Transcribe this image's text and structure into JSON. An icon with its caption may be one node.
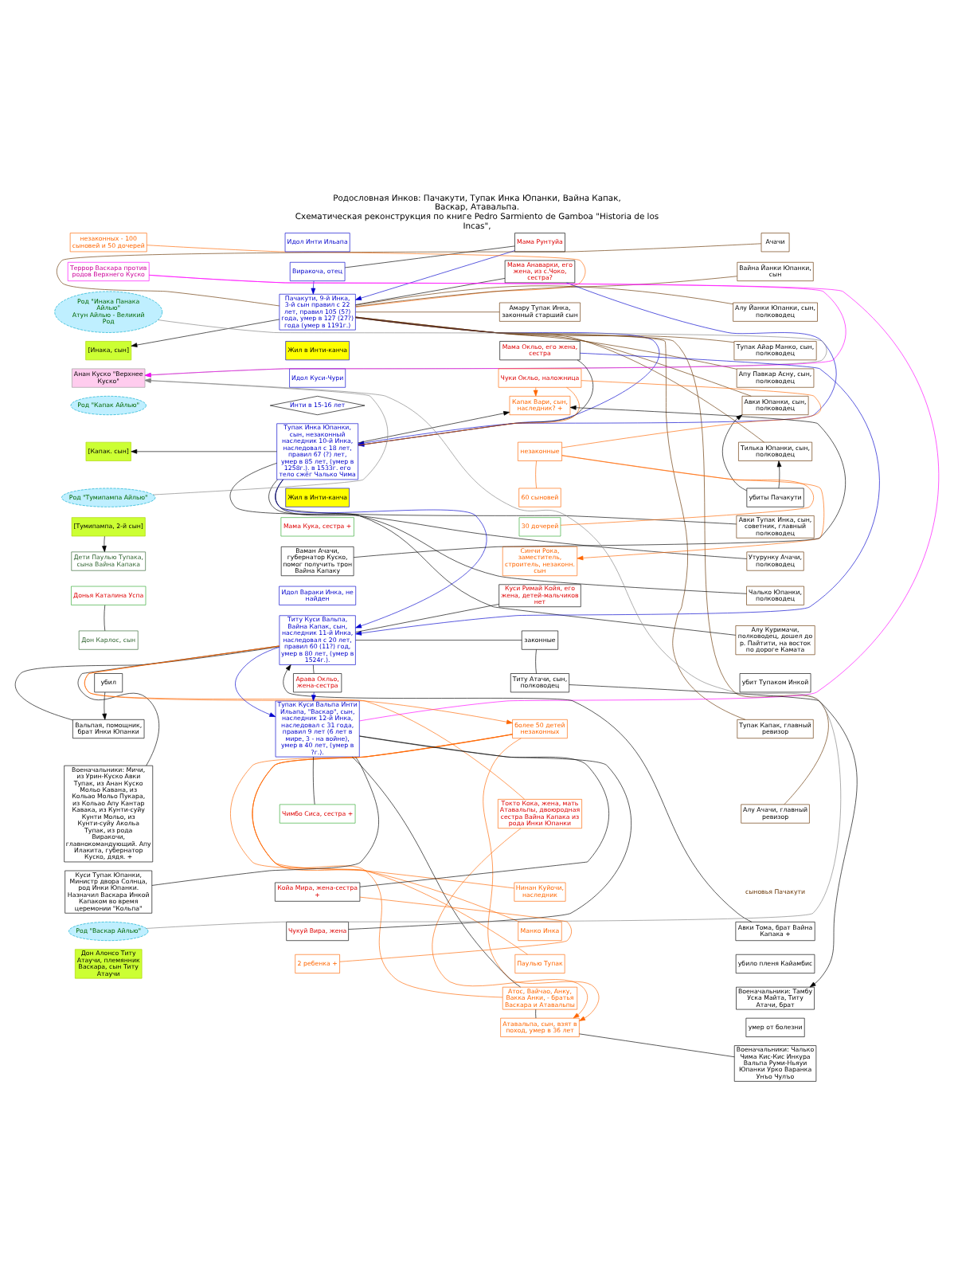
{
  "diagram": {
    "title": "Родословная Инков: Пачакути, Тупак Инка Юпанки, Вайна Капак, Васкар, Атавальпа.",
    "caption": "Схематическая реконструкция по книге Pedro Sarmiento de Gamboa \"Historia de los Incas\",",
    "nodes": [
      {
        "text": [
          "Виракоча, отец"
        ]
      },
      {
        "text": [
          "Мама Рунтуйа"
        ]
      },
      {
        "text": [
          "Пачакути, 9-й Инка, 3-й сын правил с 22 лет, правил 105 (5?) года, умер в 127 (27?) года (умер в 1191г.)"
        ]
      },
      {
        "text": [
          "Мама Анаварки, его жена, из с.Чоко, сестра?"
        ]
      },
      {
        "text": [
          "незаконных - 100 сыновей и 50 дочерей"
        ]
      },
      {
        "text": [
          "Идол Инти Ильапа"
        ]
      },
      {
        "text": [
          "Жил в Инти-канча"
        ]
      },
      {
        "text": [
          "Род \"Инака Панака Айлью\"",
          "Атун Айлью - Великий Род"
        ]
      },
      {
        "text": [
          "[Инака, сын]"
        ]
      },
      {
        "text": [
          "Террор Васкара против родов Верхнего Куско"
        ]
      },
      {
        "text": [
          "Анан Куско \"Верхнее Куско\""
        ]
      },
      {
        "text": [
          "Амару Тупак Инка, законный старший сын"
        ]
      },
      {
        "text": [
          "Ачачи"
        ]
      },
      {
        "text": [
          "Вайна Йанки Юпанки, сын"
        ]
      },
      {
        "text": [
          "Алу Йанки Юпанки, сын, полководец"
        ]
      },
      {
        "text": [
          "Тупак Айар Манко, сын, полководец"
        ]
      },
      {
        "text": [
          "Апу Павкар Асну, сын, полководец"
        ]
      },
      {
        "text": [
          "Авки Юпанки, сын, полководец"
        ]
      },
      {
        "text": [
          "Тилька Юпанки, сын, полководец"
        ]
      },
      {
        "text": [
          "убиты Пачакути"
        ]
      },
      {
        "text": [
          "Идол Куси-Чури"
        ]
      },
      {
        "text": [
          "Инти в 15-16 лет"
        ]
      },
      {
        "text": [
          "Тупак Инка Юпанки, сын, незаконный наследник 10-й Инка, наследовал с 18 лет, правил 67 (?) лет, умер в 85 лет, (умер в 1258г.). в 1533г. его тело сжёг Чалько Чима"
        ]
      },
      {
        "text": [
          "Мама Окльо, его жена, сестра"
        ]
      },
      {
        "text": [
          "Род \"Капак Айлью\""
        ]
      },
      {
        "text": [
          "[Капак. сын]"
        ]
      },
      {
        "text": [
          "Жил в Инти-канча"
        ]
      },
      {
        "text": [
          "Род \"Тумипампа Айлью\""
        ]
      },
      {
        "text": [
          "[Тумипампа, 2-й сын]"
        ]
      },
      {
        "text": [
          "Мама Кука, сестра +"
        ]
      },
      {
        "text": [
          "Авки Тупак Инка, сын, советник, главный полководец"
        ]
      },
      {
        "text": [
          "Утурунку Ачачи, полководец"
        ]
      },
      {
        "text": [
          "Чалько Юпанки, полководец"
        ]
      },
      {
        "text": [
          "Алу Куримачи, полководец, дошел до р. Пайтити, на восток по дороге Камата"
        ]
      },
      {
        "text": [
          "Чуки Окльо, наложница"
        ]
      },
      {
        "text": [
          "Капак Вари, сын, наследник? +"
        ]
      },
      {
        "text": [
          "незаконные"
        ]
      },
      {
        "text": [
          "60 сыновей"
        ]
      },
      {
        "text": [
          "30 дочерей"
        ]
      },
      {
        "text": [
          "убит Тупаком Инкой"
        ]
      },
      {
        "text": [
          "Тупак Капак, главный ревизор"
        ]
      },
      {
        "text": [
          "Алу Ачачи, главный ревизор"
        ]
      },
      {
        "text": [
          "Дети Паулью Тупака, сына Вайна Капака"
        ]
      },
      {
        "text": [
          "Донья Каталина Успа"
        ]
      },
      {
        "text": [
          "Дон Карлос, сын"
        ]
      },
      {
        "text": [
          "Ваман Ачачи, губернатор Куско, помог получить трон Вайна Капаку"
        ]
      },
      {
        "text": [
          "убил"
        ]
      },
      {
        "text": [
          "Вальпая, помощник, брат Инки Юпанки"
        ]
      },
      {
        "text": [
          "Идол Вараки Инка, не найден"
        ]
      },
      {
        "text": [
          "Титу Куси Вальпа, Вайна Капак, сын, наследник 11-й Инка, наследовал с 20 лет, правил 60 (11?) год, умер в 80 лет, (умер в 1524г.)."
        ]
      },
      {
        "text": [
          "Синчи Рока, заместитель, строитель, незаконн. сын"
        ]
      },
      {
        "text": [
          "Авки Тома, брат Вайна Капака +"
        ]
      },
      {
        "text": [
          "убило пленя Кайамбис"
        ]
      },
      {
        "text": [
          "Куси Римай Койя, его жена, детей-мальчиков нет"
        ]
      },
      {
        "text": [
          "Военачальники: Тамбу Уска Майта, Титу Атачи, брат"
        ]
      },
      {
        "text": [
          "законные"
        ]
      },
      {
        "text": [
          "Титу Атачи, сын, полководец"
        ]
      },
      {
        "text": [
          "Военачальники: Мичи, из Урин-Куско Авки Тупак, из Анан Куско Мольо Кавана, из Кольао Мольо Пукара, из Кольао Апу Кантар Кавака, из Кунти-суйу Кунти Мольо, из Кунти-суйу Акольа Тупак, из рода Виракочи, главнокомандующий. Апу Илакита, губернатор Куско, дядя. +"
        ]
      },
      {
        "text": [
          "более 50 детей незаконных"
        ]
      },
      {
        "text": [
          "Нинан Куйочи, наследник"
        ]
      },
      {
        "text": [
          "умер от болезни"
        ]
      },
      {
        "text": [
          "Манко Инка"
        ]
      },
      {
        "text": [
          "Паулью Тупак"
        ]
      },
      {
        "text": [
          "Атос, Вайчао, Анку, Вакка Анки, - братья Васкара и Атавальпы"
        ]
      },
      {
        "text": [
          "Токто Кока, жена, мать Атавальпы, двоюродная сестра Вайна Капака из рода Инки Юпанки"
        ]
      },
      {
        "text": [
          "Арава Окльо, жена-сестра"
        ]
      },
      {
        "text": [
          "Тупак Куси Вальпа Инти Ильапа, \"Васкар\", сын, наследник 12-й Инка, наследовал с 31 года, правил 9 лет (6 лет в мире, 3 - на войне), умер в 40 лет, (умер в ?г.)."
        ]
      },
      {
        "text": [
          "Куси Тупак Юпанки, Министр двора Солнца, род Инки Юпанки. Назначил Васкара Инкой Капаком во время церемонии \"Кольпа\""
        ]
      },
      {
        "text": [
          "Атавальпа, сын, взят в поход, умер в 36 лет"
        ]
      },
      {
        "text": [
          "Военачальники: Чалько Чима Кис-Кис Инкура Вальпа Руми-Ньяуи Юпанки Урко Варанка Унъо Чулъо"
        ]
      },
      {
        "text": [
          "Род \"Васкар Айлью\""
        ]
      },
      {
        "text": [
          "Дон Алонсо Титу Атаучи, племянник Васкара, сын Титу Атаучи"
        ]
      },
      {
        "text": [
          "Чимбо Сиса, сестра +"
        ]
      },
      {
        "text": [
          "Койа Мира, жена-сестра +"
        ]
      },
      {
        "text": [
          "Чукуй Вира, жена"
        ]
      },
      {
        "text": [
          "2 ребенка +"
        ]
      }
    ],
    "edges": [
      {
        "from": 0,
        "to": 1,
        "arrow": "none"
      },
      {
        "from": 0,
        "to": 2,
        "arrow": "to",
        "color": "#0000cc"
      },
      {
        "from": 1,
        "to": 2,
        "arrow": "to",
        "color": "#0000cc"
      },
      {
        "from": 2,
        "to": 3,
        "arrow": "none"
      },
      {
        "from": 2,
        "to": 4,
        "arrow": "none",
        "color": "#ff6600"
      },
      {
        "from": 2,
        "to": 8,
        "arrow": "to"
      },
      {
        "from": 7,
        "to": 10,
        "arrow": "to",
        "color": "#808080"
      },
      {
        "from": 9,
        "to": 10,
        "arrow": "to",
        "color": "#ff00ff"
      },
      {
        "from": 2,
        "to": 22,
        "arrow": "to",
        "color": "#0000cc"
      },
      {
        "from": 3,
        "to": 22,
        "arrow": "to",
        "color": "#0000cc"
      },
      {
        "from": 2,
        "to": 11,
        "arrow": "none",
        "color": "#663300"
      },
      {
        "from": 2,
        "to": 12,
        "arrow": "none",
        "color": "#663300"
      },
      {
        "from": 2,
        "to": 13,
        "arrow": "none",
        "color": "#663300"
      },
      {
        "from": 2,
        "to": 14,
        "arrow": "none",
        "color": "#663300"
      },
      {
        "from": 2,
        "to": 15,
        "arrow": "none",
        "color": "#663300"
      },
      {
        "from": 2,
        "to": 16,
        "arrow": "none",
        "color": "#663300"
      },
      {
        "from": 2,
        "to": 17,
        "arrow": "none",
        "color": "#663300"
      },
      {
        "from": 2,
        "to": 18,
        "arrow": "none",
        "color": "#663300"
      },
      {
        "from": 19,
        "to": 17,
        "arrow": "to"
      },
      {
        "from": 19,
        "to": 18,
        "arrow": "to"
      },
      {
        "from": 2,
        "to": 40,
        "arrow": "none",
        "color": "#663300"
      },
      {
        "from": 2,
        "to": 41,
        "arrow": "none",
        "color": "#663300"
      },
      {
        "from": 22,
        "to": 23,
        "arrow": "none"
      },
      {
        "from": 22,
        "to": 25,
        "arrow": "to"
      },
      {
        "from": 22,
        "to": 30,
        "arrow": "none"
      },
      {
        "from": 22,
        "to": 31,
        "arrow": "none"
      },
      {
        "from": 22,
        "to": 32,
        "arrow": "none"
      },
      {
        "from": 22,
        "to": 33,
        "arrow": "none"
      },
      {
        "from": 22,
        "to": 34,
        "arrow": "none",
        "color": "#ff6600"
      },
      {
        "from": 34,
        "to": 35,
        "arrow": "to",
        "color": "#ff6600"
      },
      {
        "from": 22,
        "to": 35,
        "arrow": "to"
      },
      {
        "from": 34,
        "to": 36,
        "arrow": "none",
        "color": "#ff6600"
      },
      {
        "from": 36,
        "to": 37,
        "arrow": "none",
        "color": "#ff6600"
      },
      {
        "from": 36,
        "to": 38,
        "arrow": "none",
        "color": "#ff6600"
      },
      {
        "from": 36,
        "to": 50,
        "arrow": "to",
        "color": "#ff6600"
      },
      {
        "from": 22,
        "to": 49,
        "arrow": "to",
        "color": "#0000cc"
      },
      {
        "from": 23,
        "to": 49,
        "arrow": "to",
        "color": "#0000cc"
      },
      {
        "from": 27,
        "to": 10,
        "arrow": "to",
        "color": "#808080"
      },
      {
        "from": 28,
        "to": 42,
        "arrow": "to"
      },
      {
        "from": 43,
        "to": 44,
        "arrow": "none"
      },
      {
        "from": 45,
        "to": 35,
        "arrow": "to"
      },
      {
        "from": 46,
        "to": 47,
        "arrow": "to"
      },
      {
        "from": 47,
        "to": 49,
        "arrow": "none"
      },
      {
        "from": 49,
        "to": 53,
        "arrow": "none"
      },
      {
        "from": 51,
        "to": 49,
        "arrow": "to"
      },
      {
        "from": 49,
        "to": 55,
        "arrow": "none"
      },
      {
        "from": 55,
        "to": 56,
        "arrow": "none"
      },
      {
        "from": 56,
        "to": 54,
        "arrow": "to"
      },
      {
        "from": 49,
        "to": 58,
        "arrow": "to",
        "color": "#ff6600"
      },
      {
        "from": 58,
        "to": 59,
        "arrow": "none",
        "color": "#ff6600"
      },
      {
        "from": 58,
        "to": 61,
        "arrow": "none",
        "color": "#ff6600"
      },
      {
        "from": 58,
        "to": 62,
        "arrow": "none",
        "color": "#ff6600"
      },
      {
        "from": 58,
        "to": 63,
        "arrow": "none",
        "color": "#ff6600"
      },
      {
        "from": 58,
        "to": 68,
        "arrow": "to",
        "color": "#ff6600"
      },
      {
        "from": 49,
        "to": 64,
        "arrow": "none",
        "color": "#ff6600"
      },
      {
        "from": 64,
        "to": 68,
        "arrow": "to",
        "color": "#ff6600"
      },
      {
        "from": 49,
        "to": 65,
        "arrow": "none"
      },
      {
        "from": 49,
        "to": 57,
        "arrow": "none"
      },
      {
        "from": 49,
        "to": 66,
        "arrow": "to",
        "color": "#0000cc"
      },
      {
        "from": 65,
        "to": 66,
        "arrow": "to",
        "color": "#0000cc"
      },
      {
        "from": 9,
        "to": 66,
        "arrow": "none",
        "color": "#ff00ff"
      },
      {
        "from": 66,
        "to": 67,
        "arrow": "none"
      },
      {
        "from": 66,
        "to": 63,
        "arrow": "none"
      },
      {
        "from": 63,
        "to": 68,
        "arrow": "none"
      },
      {
        "from": 68,
        "to": 69,
        "arrow": "none"
      },
      {
        "from": 66,
        "to": 72,
        "arrow": "none"
      },
      {
        "from": 66,
        "to": 73,
        "arrow": "none"
      },
      {
        "from": 66,
        "to": 74,
        "arrow": "none"
      },
      {
        "from": 73,
        "to": 75,
        "arrow": "none",
        "color": "#ff6600"
      },
      {
        "from": 70,
        "to": 10,
        "arrow": "to",
        "color": "#808080"
      }
    ],
    "labels": [
      "сыновья Пачакути"
    ]
  }
}
